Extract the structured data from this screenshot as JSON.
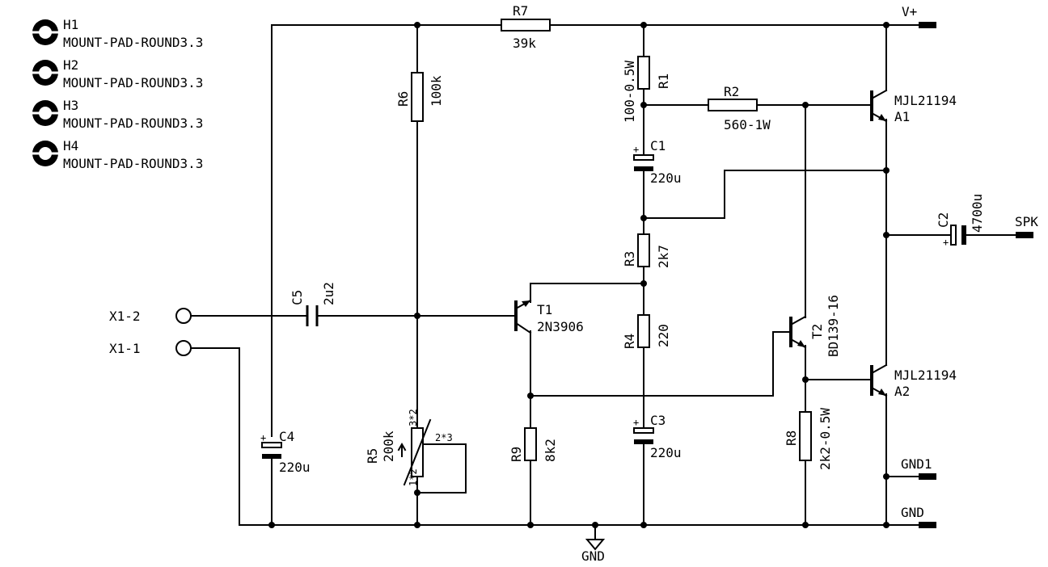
{
  "mounting_holes": [
    {
      "ref": "H1",
      "value": "MOUNT-PAD-ROUND3.3"
    },
    {
      "ref": "H2",
      "value": "MOUNT-PAD-ROUND3.3"
    },
    {
      "ref": "H3",
      "value": "MOUNT-PAD-ROUND3.3"
    },
    {
      "ref": "H4",
      "value": "MOUNT-PAD-ROUND3.3"
    }
  ],
  "connectors": {
    "x1_2": "X1-2",
    "x1_1": "X1-1"
  },
  "power_labels": {
    "vplus": "V+",
    "spk": "SPK",
    "gnd1": "GND1",
    "gnd": "GND",
    "gnd_symbol": "GND"
  },
  "resistors": {
    "r1": {
      "ref": "R1",
      "value": "100-0.5W"
    },
    "r2": {
      "ref": "R2",
      "value": "560-1W"
    },
    "r3": {
      "ref": "R3",
      "value": "2k7"
    },
    "r4": {
      "ref": "R4",
      "value": "220"
    },
    "r5": {
      "ref": "R5",
      "value": "200k",
      "pin_top": "3*2",
      "pin_bottom": "1*2",
      "pin_wiper": "2*3"
    },
    "r6": {
      "ref": "R6",
      "value": "100k"
    },
    "r7": {
      "ref": "R7",
      "value": "39k"
    },
    "r8": {
      "ref": "R8",
      "value": "2k2-0.5W"
    },
    "r9": {
      "ref": "R9",
      "value": "8k2"
    }
  },
  "capacitors": {
    "c1": {
      "ref": "C1",
      "value": "220u",
      "plus": "+"
    },
    "c2": {
      "ref": "C2",
      "value": "4700u",
      "plus": "+"
    },
    "c3": {
      "ref": "C3",
      "value": "220u",
      "plus": "+"
    },
    "c4": {
      "ref": "C4",
      "value": "220u",
      "plus": "+"
    },
    "c5": {
      "ref": "C5",
      "value": "2u2"
    }
  },
  "transistors": {
    "t1": {
      "ref": "T1",
      "value": "2N3906"
    },
    "t2": {
      "ref": "T2",
      "value": "BD139-16"
    },
    "a1": {
      "ref": "A1",
      "value": "MJL21194"
    },
    "a2": {
      "ref": "A2",
      "value": "MJL21194"
    }
  }
}
